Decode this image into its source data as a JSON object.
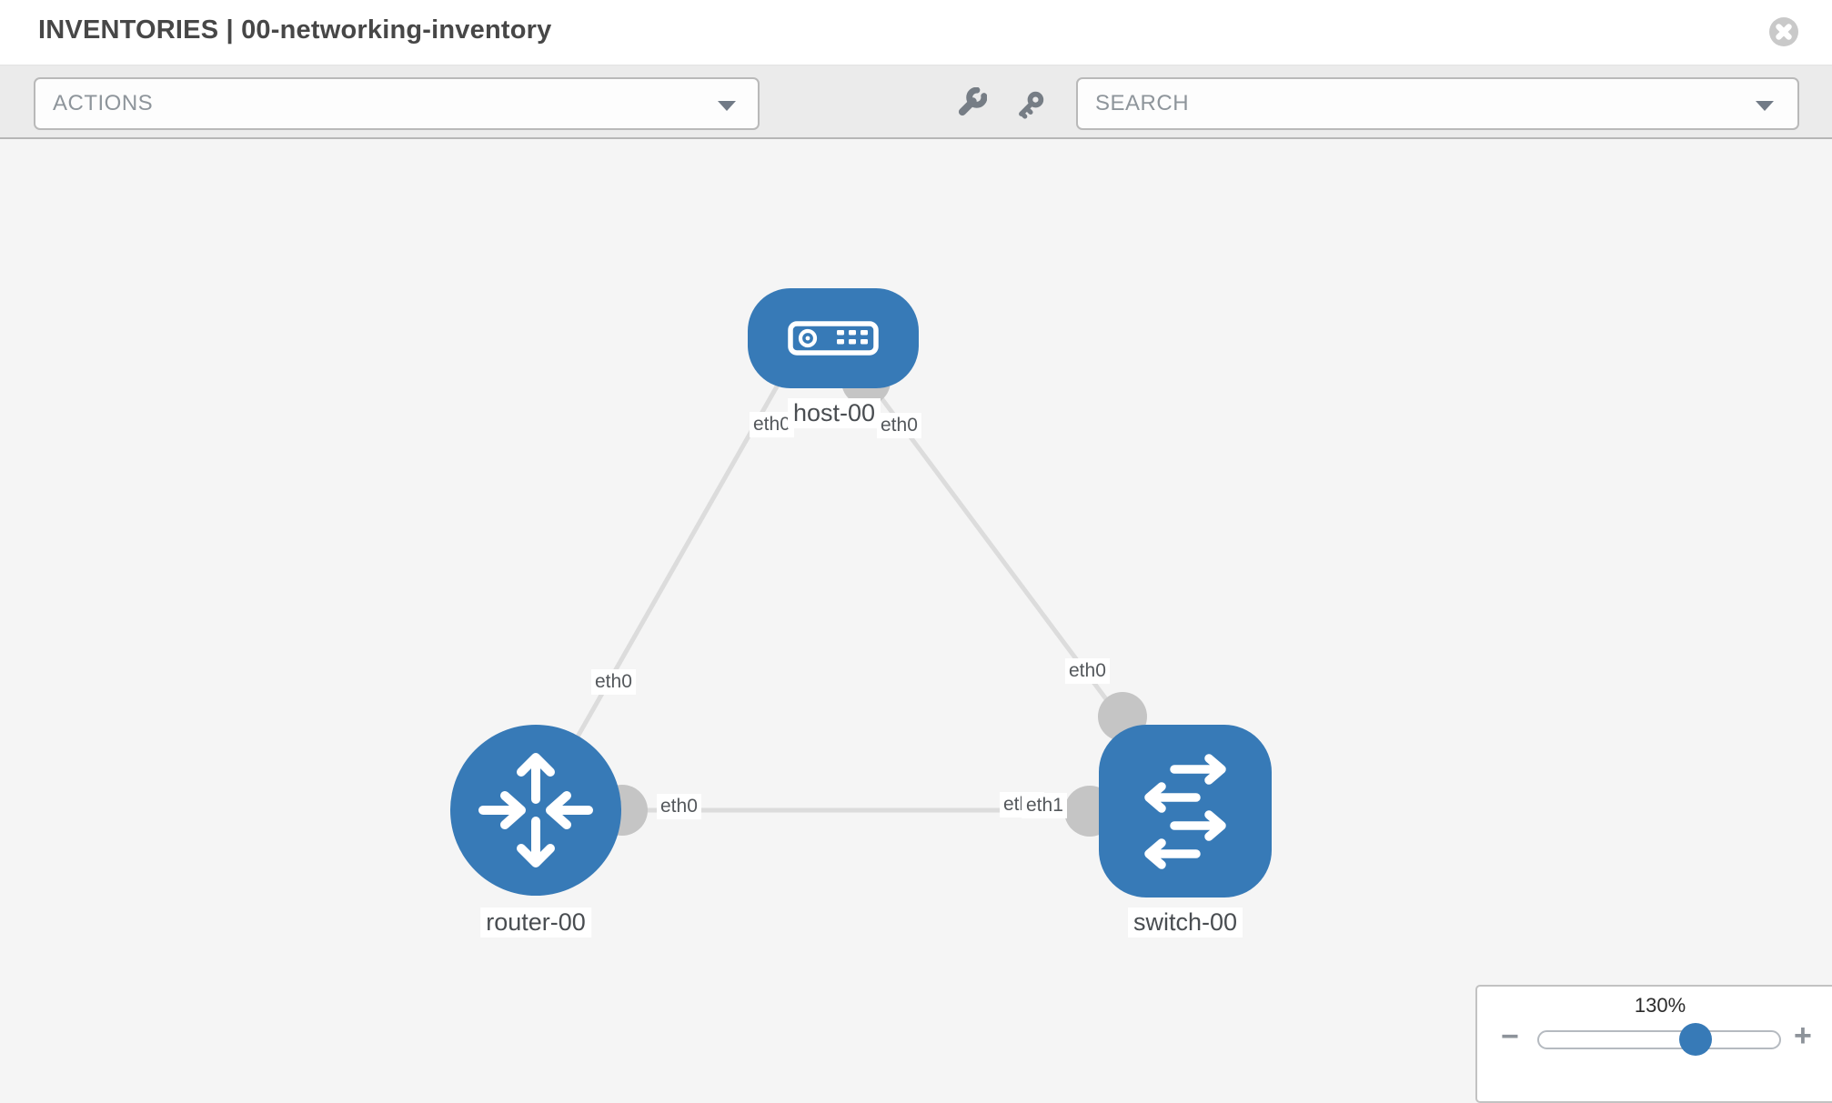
{
  "header": {
    "title": "INVENTORIES | 00-networking-inventory"
  },
  "toolbar": {
    "actions_label": "ACTIONS",
    "search_placeholder": "SEARCH"
  },
  "topology": {
    "nodes": [
      {
        "label": "host-00",
        "type": "host"
      },
      {
        "label": "router-00",
        "type": "router"
      },
      {
        "label": "switch-00",
        "type": "switch"
      }
    ],
    "links": [
      {
        "from": "router-00",
        "to": "host-00",
        "from_port": "eth0",
        "to_port": "eth0"
      },
      {
        "from": "host-00",
        "to": "switch-00",
        "from_port": "eth0",
        "to_port": "eth0"
      },
      {
        "from": "router-00",
        "to": "switch-00",
        "from_port": "eth0",
        "to_port": "eth1"
      }
    ],
    "iface_labels": {
      "host_left": "eth0",
      "host_right": "eth0",
      "router_mid": "eth0",
      "router_right": "eth0",
      "switch_top": "eth0",
      "switch_left_under": "eth0",
      "switch_left_over": "eth1"
    },
    "colors": {
      "node_blue": "#377ab7",
      "link_gray": "#dcdcdc",
      "port_gray": "#c5c5c5"
    }
  },
  "zoom_control": {
    "level": "130%",
    "minus_label": "−",
    "plus_label": "+",
    "percent": 65
  }
}
